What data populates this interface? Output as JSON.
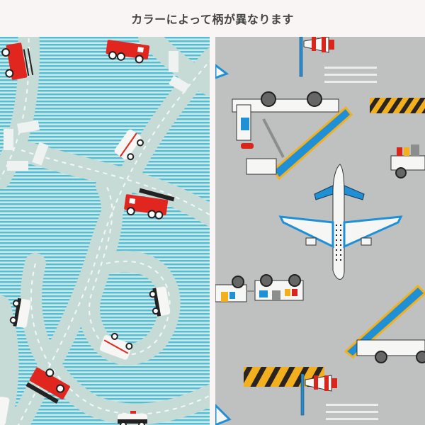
{
  "caption": "カラーによって柄が異なります",
  "panels": [
    {
      "id": "left",
      "description": "Light mint fabric with cyan pinstripes, winding grey roads with dashed center lines, crosswalks, red fire trucks with ladders, white ambulances and police cars",
      "colors": {
        "base": "#c9e2dc",
        "stripe": "#4fbfd9",
        "road": "#c5d9d4",
        "vehicle_red": "#e0261e"
      }
    },
    {
      "id": "right",
      "description": "Grey fabric with airport motifs: white airplane with blue wings, boarding stairs trucks, baggage carts, yellow-black hazard barriers, red-white windsocks",
      "colors": {
        "base": "#bfc1c1",
        "blue": "#1f8fd6",
        "hazard_yellow": "#f2b01e",
        "hazard_black": "#2a2420",
        "windsock_red": "#d9261c"
      }
    }
  ]
}
